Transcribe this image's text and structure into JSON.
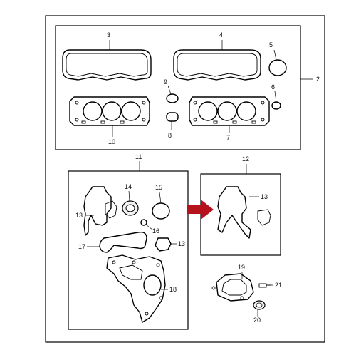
{
  "callouts": {
    "c2": "2",
    "c3": "3",
    "c4": "4",
    "c5": "5",
    "c6": "6",
    "c7": "7",
    "c8": "8",
    "c9": "9",
    "c10": "10",
    "c11": "11",
    "c12": "12",
    "c13a": "13",
    "c13b": "13",
    "c13c": "13",
    "c14": "14",
    "c15": "15",
    "c16": "16",
    "c17": "17",
    "c18": "18",
    "c19": "19",
    "c20": "20",
    "c21": "21"
  },
  "colors": {
    "arrow": "#b5121b",
    "line": "#000000",
    "background": "#ffffff"
  }
}
